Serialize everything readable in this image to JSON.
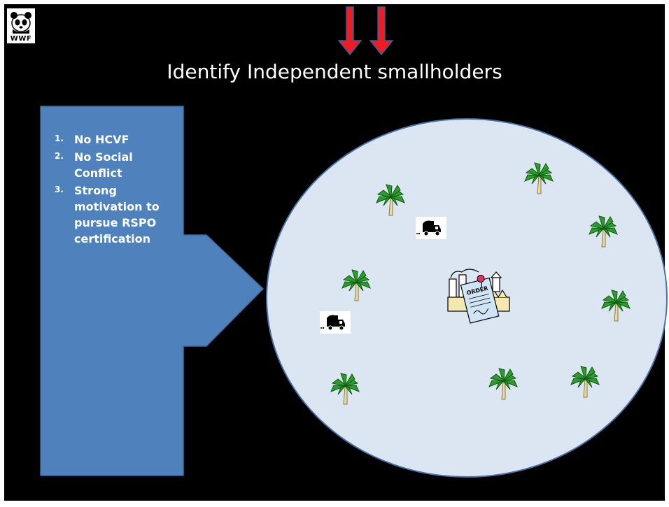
{
  "logo": {
    "text": "WWF",
    "icon": "panda-icon"
  },
  "title": "Identify Independent smallholders",
  "criteria": [
    {
      "num": "1.",
      "text": "No HCVF"
    },
    {
      "num": "2.",
      "text": "No Social Conflict"
    },
    {
      "num": "3.",
      "text": "Strong motivation to pursue RSPO certification"
    }
  ],
  "icons": {
    "tree": "palm-tree-icon",
    "truck": "truck-icon",
    "mill": "mill-factory-icon",
    "order": "order-document-icon"
  },
  "mill_label": "ORDER",
  "colors": {
    "background": "#000000",
    "arrow_blue": "#4f81bd",
    "circle_fill": "#dce6f2",
    "circle_stroke": "#4a72a8",
    "down_arrow": "#ee1c24",
    "tree_green": "#2f9a2f"
  }
}
